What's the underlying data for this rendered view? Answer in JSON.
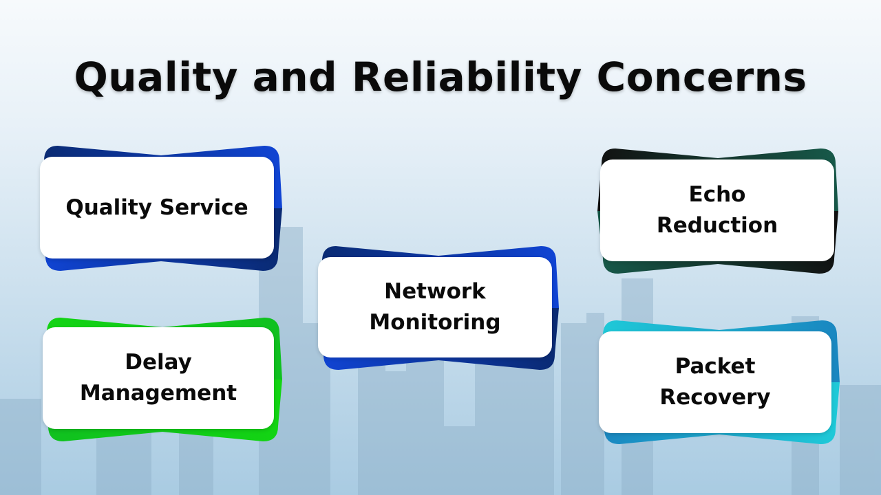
{
  "title": "Quality and Reliability Concerns",
  "cards": [
    {
      "id": "quality-service",
      "lines": [
        "Quality Service"
      ],
      "colors": [
        "#0a2a72",
        "#1044d4"
      ]
    },
    {
      "id": "echo-reduction",
      "lines": [
        "Echo",
        "Reduction"
      ],
      "colors": [
        "#111111",
        "#175a4a"
      ]
    },
    {
      "id": "network-monitoring",
      "lines": [
        "Network",
        "Monitoring"
      ],
      "colors": [
        "#0a2a72",
        "#1044d4"
      ]
    },
    {
      "id": "delay-management",
      "lines": [
        "Delay",
        "Management"
      ],
      "colors": [
        "#13d413",
        "#10c020"
      ]
    },
    {
      "id": "packet-recovery",
      "lines": [
        "Packet",
        "Recovery"
      ],
      "colors": [
        "#1ecad8",
        "#1a86c0"
      ]
    }
  ]
}
